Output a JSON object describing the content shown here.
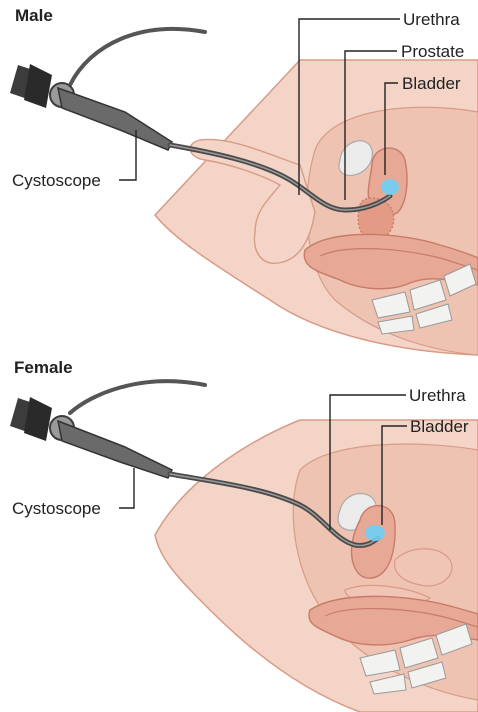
{
  "colors": {
    "skin": "#f4d4c6",
    "skin_edge": "#d79b86",
    "tissue": "#e7a996",
    "tissue_edge": "#c77b68",
    "organ": "#eebaa6",
    "bone": "#f2f2f0",
    "scope_dark": "#3c3c3c",
    "scope_mid": "#777777",
    "water": "#6ecff5",
    "line": "#222222"
  },
  "panels": [
    {
      "heading": "Male",
      "instrument_label": "Cystoscope",
      "anatomy_labels": [
        "Urethra",
        "Prostate",
        "Bladder"
      ]
    },
    {
      "heading": "Female",
      "instrument_label": "Cystoscope",
      "anatomy_labels": [
        "Urethra",
        "Bladder"
      ]
    }
  ],
  "icons": [
    "cystoscope-icon",
    "male-pelvis-icon",
    "female-pelvis-icon"
  ]
}
